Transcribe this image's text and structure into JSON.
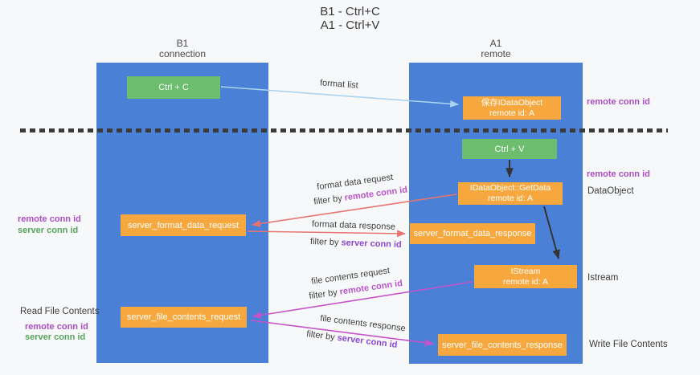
{
  "title": {
    "line1": "B1 - Ctrl+C",
    "line2": "A1 - Ctrl+V"
  },
  "lanes": {
    "left": {
      "title": "B1",
      "subtitle": "connection"
    },
    "right": {
      "title": "A1",
      "subtitle": "remote"
    }
  },
  "boxes": {
    "ctrl_c": {
      "label": "Ctrl + C"
    },
    "ctrl_v": {
      "label": "Ctrl + V"
    },
    "save_idataobject": {
      "line1": "保存IDataObject",
      "line2": "remote id: A"
    },
    "idataobject_getdata": {
      "line1": "IDataObject::GetData",
      "line2": "remote id: A"
    },
    "istream": {
      "line1": "IStream",
      "line2": "remote id: A"
    },
    "server_format_data_request": {
      "label": "server_format_data_request"
    },
    "server_format_data_response": {
      "label": "server_format_data_response"
    },
    "server_file_contents_request": {
      "label": "server_file_contents_request"
    },
    "server_file_contents_response": {
      "label": "server_file_contents_response"
    }
  },
  "arrows": {
    "format_list": {
      "label": "format list"
    },
    "format_data_request": {
      "label": "format data request",
      "filter_prefix": "filter by",
      "filter_key": "remote conn id"
    },
    "format_data_response": {
      "label": "format data response",
      "filter_prefix": "filter by",
      "filter_key": "server conn id"
    },
    "file_contents_request": {
      "label": "file contents request",
      "filter_prefix": "filter by",
      "filter_key": "remote conn id"
    },
    "file_contents_response": {
      "label": "file contents response",
      "filter_prefix": "filter by",
      "filter_key": "server conn id"
    }
  },
  "side_labels": {
    "right_remote_conn_id_top": "remote conn id",
    "right_remote_conn_id_mid": "remote conn id",
    "right_dataobject": "DataObject",
    "right_istream": "Istream",
    "right_write_file_contents": "Write File Contents",
    "left_remote_conn_id_top": "remote conn id",
    "left_server_conn_id_top": "server conn id",
    "left_read_file_contents": "Read File Contents",
    "left_remote_conn_id_bottom": "remote conn id",
    "left_server_conn_id_bottom": "server conn id"
  },
  "colors": {
    "lane_blue": "#4a80d6",
    "box_green": "#6cbe6e",
    "box_orange": "#f6a83f",
    "arrow_lightblue": "#a9d3f0",
    "arrow_salmon": "#e8736f",
    "arrow_magenta": "#c653c9",
    "arrow_black": "#333333",
    "label_purple": "#a94fc2",
    "label_magenta": "#bb55cc",
    "label_violet": "#8c48d4",
    "label_green": "#57a55a"
  }
}
